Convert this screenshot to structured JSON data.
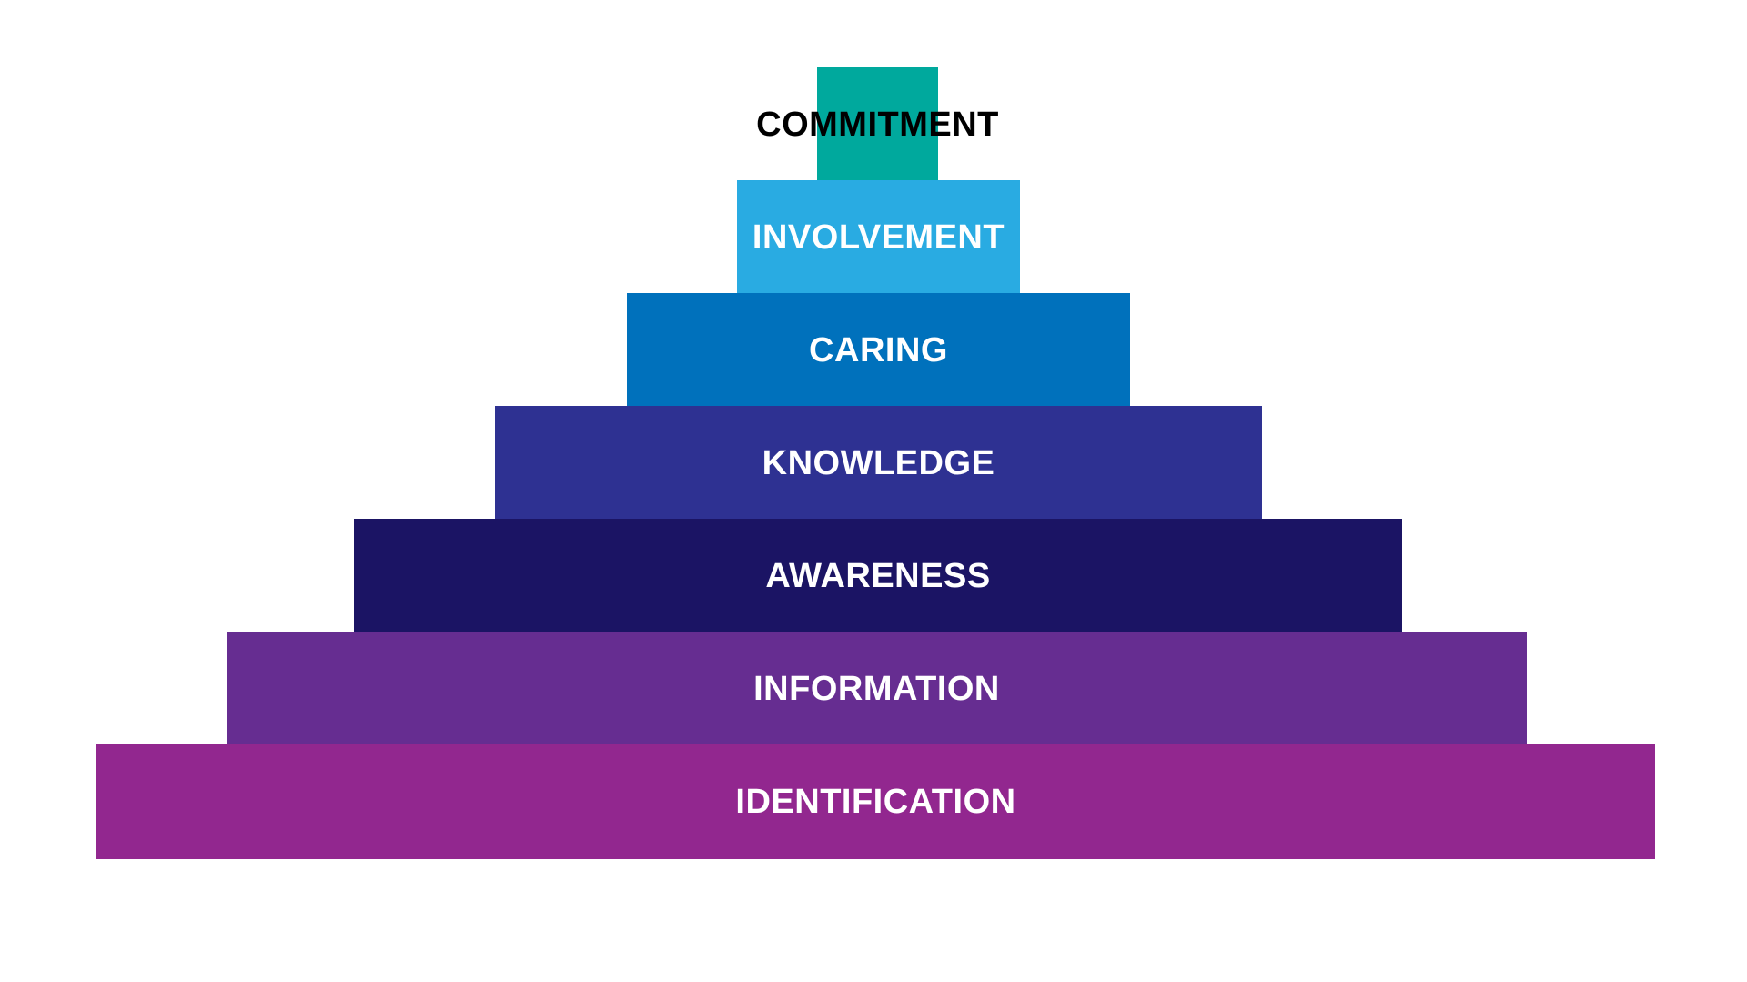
{
  "pyramid": {
    "tiers": [
      {
        "label": "COMMITMENT",
        "color": "#00A99D",
        "text_color": "#000000"
      },
      {
        "label": "INVOLVEMENT",
        "color": "#29ABE2",
        "text_color": "#FFFFFF"
      },
      {
        "label": "CARING",
        "color": "#0071BC",
        "text_color": "#FFFFFF"
      },
      {
        "label": "KNOWLEDGE",
        "color": "#2E3192",
        "text_color": "#FFFFFF"
      },
      {
        "label": "AWARENESS",
        "color": "#1B1464",
        "text_color": "#FFFFFF"
      },
      {
        "label": "INFORMATION",
        "color": "#662D91",
        "text_color": "#FFFFFF"
      },
      {
        "label": "IDENTIFICATION",
        "color": "#92278F",
        "text_color": "#FFFFFF"
      }
    ]
  }
}
